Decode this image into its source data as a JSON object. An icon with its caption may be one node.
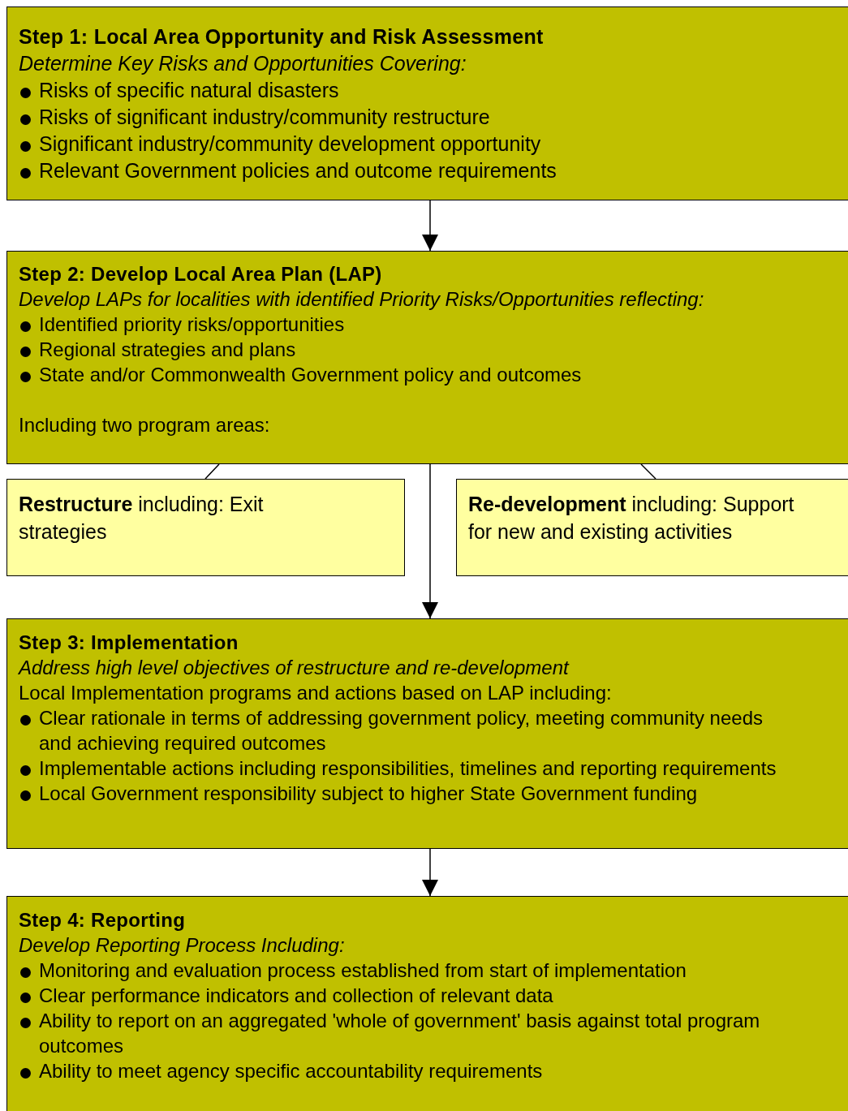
{
  "diagram": {
    "nodes": [
      {
        "text": [
          "Step 1: Local Area Opportunity and Risk Assessment",
          "Determine Key Risks and Opportunities Covering:",
          "Risks of specific natural disasters",
          "Risks of significant industry/community restructure",
          "Significant industry/community development opportunity",
          "Relevant Government policies and outcome requirements"
        ]
      },
      {
        "text": [
          "Step 2: Develop Local Area Plan (LAP)",
          "Develop LAPs for localities with identified Priority Risks/Opportunities reflecting:",
          "Identified priority risks/opportunities",
          "Regional strategies and plans",
          "State and/or Commonwealth Government policy and outcomes",
          "Including two program areas:"
        ]
      },
      {
        "text": [
          "**Restructure** including: Exit strategies"
        ]
      },
      {
        "text": [
          "**Re-development** including: Support for new and existing activities"
        ]
      },
      {
        "text": [
          "Step 3: Implementation",
          "Address high level objectives of restructure and re-development",
          "Local Implementation programs and actions based on LAP including:",
          "Clear rationale in terms of addressing government policy, meeting community needs and achieving required outcomes",
          "Implementable actions including responsibilities, timelines and reporting requirements",
          "Local Government responsibility subject to higher State Government funding"
        ]
      },
      {
        "text": [
          "Step 4: Reporting",
          "Develop Reporting Process Including:",
          "Monitoring and evaluation process established from start of implementation",
          "Clear performance indicators and collection of relevant data",
          "Ability to report on an aggregated 'whole of government' basis against total program outcomes",
          "Ability to meet agency specific accountability requirements"
        ]
      }
    ],
    "edges": [
      {
        "from": 0,
        "to": 1,
        "arrow": "to"
      },
      {
        "from": 1,
        "to": 2,
        "arrow": "none"
      },
      {
        "from": 1,
        "to": 3,
        "arrow": "none"
      },
      {
        "from": 1,
        "to": 4,
        "arrow": "to"
      },
      {
        "from": 4,
        "to": 5,
        "arrow": "to"
      }
    ]
  }
}
